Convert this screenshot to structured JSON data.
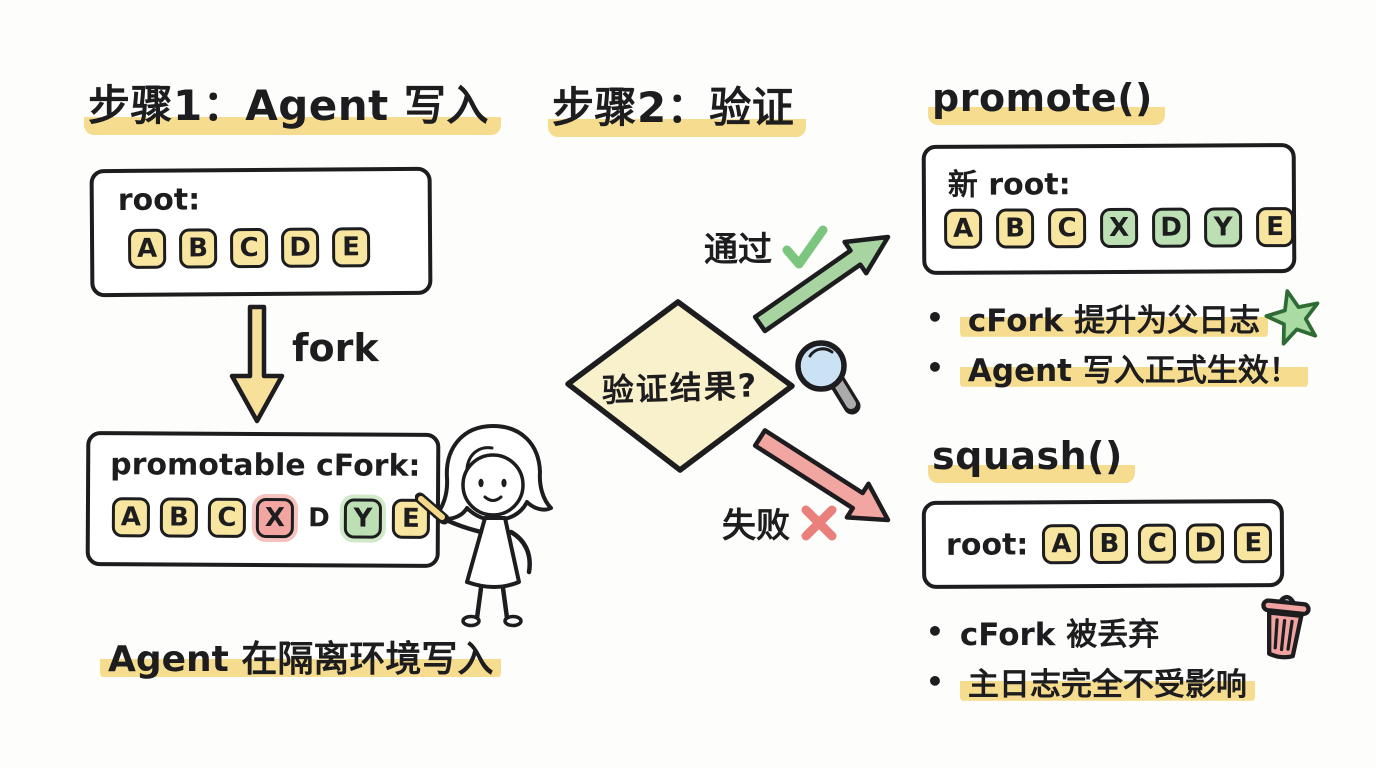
{
  "palette": {
    "ink": "#1d1d1f",
    "background": "#FDFDFB",
    "highlight_yellow": "#F6DC8E",
    "cell_yellow": "#F8E5A0",
    "cell_red": "#F2A5A1",
    "cell_green": "#BCE0B4",
    "diamond_fill": "#F9F0CC",
    "arrow_green": "#A8D4A2",
    "arrow_red": "#F2A6A2",
    "check_green": "#7CC57E",
    "cross_red": "#E9807B",
    "star_green": "#A9DBA3",
    "star_outline": "#2F6B35",
    "trash_red": "#F0A3A0",
    "fork_arrow_yellow": "#F6E09A",
    "lens_blue": "#CBE2F5",
    "handle_gray": "#ABABAB",
    "pencil_yellow": "#F4D98B"
  },
  "icons": {
    "fork-arrow-icon": "down-arrow",
    "pass-arrow-icon": "up-right-arrow",
    "fail-arrow-icon": "down-right-arrow",
    "check-icon": "✓",
    "x-icon": "✗",
    "magnifier-icon": "🔍",
    "star-icon": "★",
    "trash-icon": "🗑",
    "writer-girl-icon": "girl-with-pencil"
  },
  "ui": {
    "bullet": "•"
  },
  "step1": {
    "title": "步骤1：Agent 写入",
    "root_box": {
      "label": "root:",
      "cells": [
        {
          "letter": "A",
          "type": "yellow"
        },
        {
          "letter": "B",
          "type": "yellow"
        },
        {
          "letter": "C",
          "type": "yellow"
        },
        {
          "letter": "D",
          "type": "yellow"
        },
        {
          "letter": "E",
          "type": "yellow"
        }
      ]
    },
    "fork_label": "fork",
    "cfork_box": {
      "label": "promotable cFork:",
      "cells": [
        {
          "letter": "A",
          "type": "yellow"
        },
        {
          "letter": "B",
          "type": "yellow"
        },
        {
          "letter": "C",
          "type": "yellow"
        },
        {
          "letter": "X",
          "type": "red"
        },
        {
          "letter": "D",
          "type": "plain"
        },
        {
          "letter": "Y",
          "type": "green-glow"
        },
        {
          "letter": "E",
          "type": "yellow"
        }
      ]
    },
    "caption": "Agent 在隔离环境写入"
  },
  "step2": {
    "title": "步骤2：验证",
    "diamond_label": "验证结果?",
    "pass_label": "通过",
    "fail_label": "失败"
  },
  "promote": {
    "title": "promote()",
    "box": {
      "label": "新 root:",
      "cells": [
        {
          "letter": "A",
          "type": "yellow"
        },
        {
          "letter": "B",
          "type": "yellow"
        },
        {
          "letter": "C",
          "type": "yellow"
        },
        {
          "letter": "X",
          "type": "green"
        },
        {
          "letter": "D",
          "type": "green"
        },
        {
          "letter": "Y",
          "type": "green"
        },
        {
          "letter": "E",
          "type": "yellow"
        }
      ]
    },
    "bullets": [
      "cFork 提升为父日志",
      "Agent 写入正式生效！"
    ]
  },
  "squash": {
    "title": "squash()",
    "box": {
      "label": "root:",
      "cells": [
        {
          "letter": "A",
          "type": "yellow"
        },
        {
          "letter": "B",
          "type": "yellow"
        },
        {
          "letter": "C",
          "type": "yellow"
        },
        {
          "letter": "D",
          "type": "yellow"
        },
        {
          "letter": "E",
          "type": "yellow"
        }
      ]
    },
    "bullets": [
      "cFork 被丢弃",
      "主日志完全不受影响"
    ]
  }
}
